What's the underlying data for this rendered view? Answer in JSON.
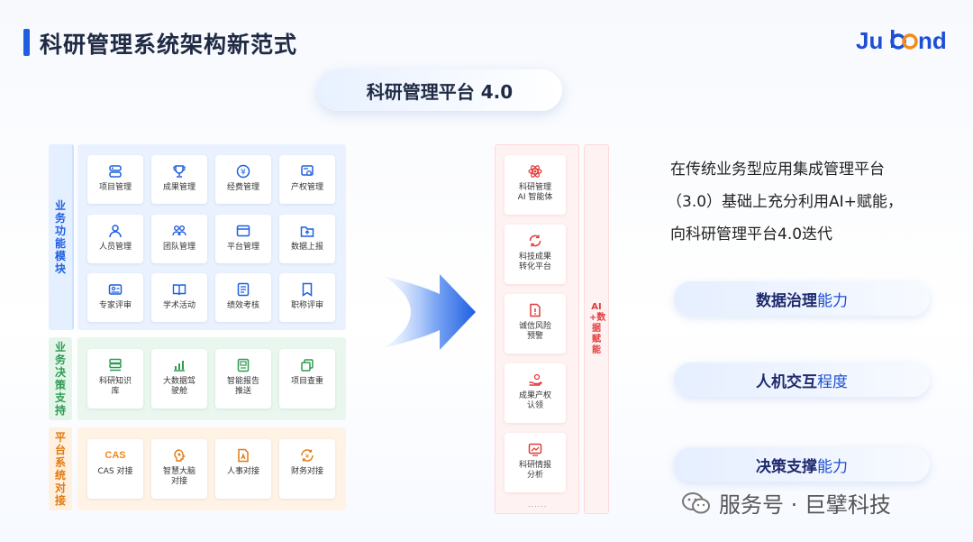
{
  "header": {
    "title": "科研管理系统架构新范式",
    "logo_text": "Jubond",
    "platform": "科研管理平台 4.0"
  },
  "colors": {
    "accent": "#1e5fe0",
    "business": "#1e5fe0",
    "decision": "#2f9b52",
    "platform": "#e07b13",
    "ai": "#e23c3c"
  },
  "groups": {
    "business": {
      "label": "业务功能模块",
      "tiles": [
        {
          "label": "项目管理",
          "icon": "project-icon"
        },
        {
          "label": "成果管理",
          "icon": "trophy-icon"
        },
        {
          "label": "经费管理",
          "icon": "yuan-coin-icon"
        },
        {
          "label": "产权管理",
          "icon": "certificate-icon"
        },
        {
          "label": "人员管理",
          "icon": "person-icon"
        },
        {
          "label": "团队管理",
          "icon": "team-icon"
        },
        {
          "label": "平台管理",
          "icon": "window-icon"
        },
        {
          "label": "数据上报",
          "icon": "upload-folder-icon"
        },
        {
          "label": "专家评审",
          "icon": "expert-card-icon"
        },
        {
          "label": "学术活动",
          "icon": "book-icon"
        },
        {
          "label": "绩效考核",
          "icon": "checklist-icon"
        },
        {
          "label": "职称评审",
          "icon": "bookmark-icon"
        }
      ]
    },
    "decision": {
      "label": "业务决策支持",
      "tiles": [
        {
          "label": "科研知识\n库",
          "icon": "database-icon"
        },
        {
          "label": "大数据驾\n驶舱",
          "icon": "bar-chart-icon"
        },
        {
          "label": "智能报告\n推送",
          "icon": "report-icon"
        },
        {
          "label": "项目查重",
          "icon": "duplicate-icon"
        }
      ]
    },
    "platform": {
      "label": "平台系统对接",
      "tiles": [
        {
          "label": "CAS 对接",
          "icon": "cas-icon",
          "glyph": "CAS"
        },
        {
          "label": "智慧大脑\n对接",
          "icon": "brain-icon"
        },
        {
          "label": "人事对接",
          "icon": "hr-doc-icon"
        },
        {
          "label": "财务对接",
          "icon": "finance-icon"
        }
      ]
    }
  },
  "ai_stack": {
    "tiles": [
      {
        "label": "科研管理\nAI 智能体",
        "icon": "ai-agent-icon"
      },
      {
        "label": "科技成果\n转化平台",
        "icon": "transform-icon"
      },
      {
        "label": "诚信风险\n预警",
        "icon": "warning-doc-icon"
      },
      {
        "label": "成果产权\n认领",
        "icon": "hand-claim-icon"
      },
      {
        "label": "科研情报\n分析",
        "icon": "analysis-icon"
      }
    ],
    "more": "......",
    "side_label": "AI+数据赋能"
  },
  "description": {
    "line1": "在传统业务型应用集成管理平台",
    "line2": "（3.0）基础上充分利用AI+赋能，",
    "line3": "向科研管理平台4.0迭代"
  },
  "features": [
    {
      "bold": "数据治理",
      "normal": "能力"
    },
    {
      "bold": "人机交互",
      "normal": "程度"
    },
    {
      "bold": "决策支撑",
      "normal": "能力"
    }
  ],
  "watermark": "服务号 · 巨擘科技"
}
